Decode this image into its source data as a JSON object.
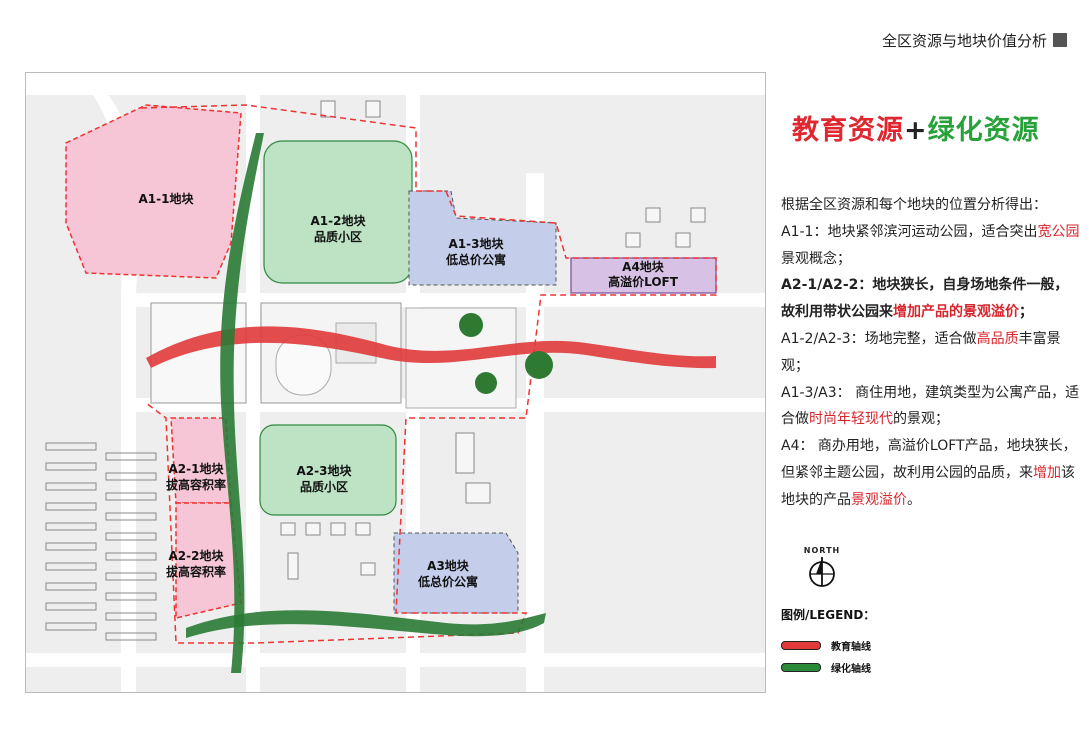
{
  "header": {
    "title": "全区资源与地块价值分析"
  },
  "heading": {
    "education": "教育资源",
    "plus": "+",
    "greenery": "绿化资源"
  },
  "analysis": {
    "intro": "根据全区资源和每个地块的位置分析得出：",
    "a11_text": "A1-1：地块紧邻滨河运动公园，适合突出",
    "a11_highlight": "宽公园",
    "a11_tail": "景观概念；",
    "a21_text": "A2-1/A2-2：地块狭长，自身场地条件一般，故利用带状公园来",
    "a21_highlight": "增加产品的景观溢价",
    "a21_tail": "；",
    "a12_text": "A1-2/A2-3：场地完整，适合做",
    "a12_highlight": "高品质",
    "a12_tail": "丰富景观；",
    "a13_text": "A1-3/A3： 商住用地，建筑类型为公寓产品，适合做",
    "a13_highlight": "时尚年轻现代",
    "a13_tail": "的景观；",
    "a4_text": "A4： 商办用地，高溢价LOFT产品，地块狭长，但紧邻主题公园，故利用公园的品质，来",
    "a4_highlight1": "增加",
    "a4_mid": "该地块的产品",
    "a4_highlight2": "景观溢价",
    "a4_tail": "。"
  },
  "north": {
    "label": "NORTH"
  },
  "legend": {
    "title": "图例/LEGEND：",
    "items": [
      {
        "label": "教育轴线",
        "color": "#e03a3a"
      },
      {
        "label": "绿化轴线",
        "color": "#2a8a3a"
      }
    ]
  },
  "map": {
    "plots": [
      {
        "id": "a1-1",
        "line1": "A1-1地块",
        "line2": ""
      },
      {
        "id": "a1-2",
        "line1": "A1-2地块",
        "line2": "品质小区"
      },
      {
        "id": "a1-3",
        "line1": "A1-3地块",
        "line2": "低总价公寓"
      },
      {
        "id": "a4",
        "line1": "A4地块",
        "line2": "高溢价LOFT"
      },
      {
        "id": "a2-1",
        "line1": "A2-1地块",
        "line2": "拔高容积率"
      },
      {
        "id": "a2-3",
        "line1": "A2-3地块",
        "line2": "品质小区"
      },
      {
        "id": "a2-2",
        "line1": "A2-2地块",
        "line2": "拔高容积率"
      },
      {
        "id": "a3",
        "line1": "A3地块",
        "line2": "低总价公寓"
      }
    ],
    "colors": {
      "pink": "#f6c6d6",
      "green": "#bde3c4",
      "blue": "#c4cdea",
      "purple": "#d7c2e6"
    }
  }
}
